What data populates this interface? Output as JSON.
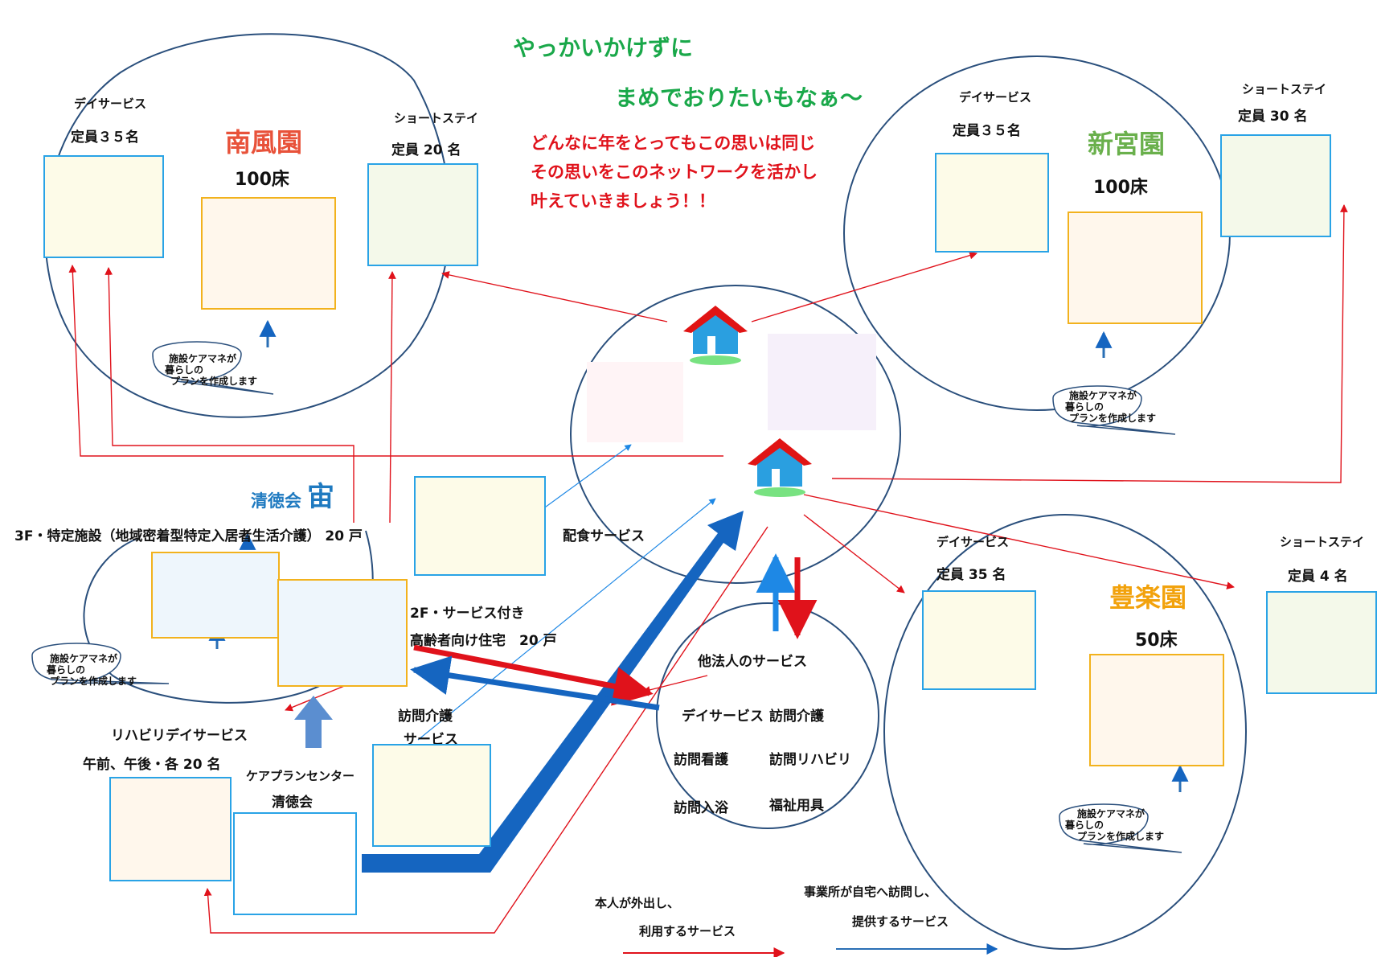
{
  "slogan": {
    "line1": "やっかいかけずに",
    "line2": "まめでおりたいもなぁ～",
    "message": [
      "どんなに年をとってもこの思いは同じ",
      "その思いをこのネットワークを活かし",
      "叶えていきましょう！！"
    ]
  },
  "colors": {
    "green": "#1aa84a",
    "red": "#e0121b",
    "blue": "#1565c0",
    "facility": "#e8523a",
    "shinmiya": "#6ab04c",
    "horaku": "#f2a20c"
  },
  "nanpuen": {
    "name": "南風園",
    "beds": "100床",
    "day_label": "デイサービス",
    "day_cap": "定員３５名",
    "short_label": "ショートステイ",
    "short_cap": "定員 20 名",
    "bubble": [
      "施設ケアマネが",
      "暮らしの",
      "プランを作成します"
    ]
  },
  "shinmiya": {
    "name": "新宮園",
    "beds": "100床",
    "day_label": "デイサービス",
    "day_cap": "定員３５名",
    "short_label": "ショートステイ",
    "short_cap": "定員 30 名",
    "bubble": [
      "施設ケアマネが",
      "暮らしの",
      "プランを作成します"
    ]
  },
  "horaku": {
    "name": "豊楽園",
    "beds": "50床",
    "day_label": "デイサービス",
    "day_cap": "定員 35 名",
    "short_label": "ショートステイ",
    "short_cap": "定員 4 名",
    "bubble": [
      "施設ケアマネが",
      "暮らしの",
      "プランを作成します"
    ]
  },
  "sora": {
    "org": "清徳会",
    "name": "宙",
    "floor3": "3F・特定施設（地域密着型特定入居者生活介護） 20 戸",
    "floor2a": "2F・サービス付き",
    "floor2b": "高齢者向け住宅　20 戸",
    "bubble": [
      "施設ケアマネが",
      "暮らしの",
      "プランを作成します"
    ],
    "rehab": "リハビリデイサービス",
    "rehab_cap": "午前、午後・各 20 名",
    "careplan1": "ケアプランセンター",
    "careplan2": "清徳会",
    "visitcare1": "訪問介護",
    "visitcare2": "サービス"
  },
  "meal": "配食サービス",
  "other": {
    "title": "他法人のサービス",
    "items": [
      "デイサービス",
      "訪問介護",
      "訪問看護",
      "訪問リハビリ",
      "訪問入浴",
      "福祉用具"
    ]
  },
  "legend": {
    "out1": "本人が外出し、",
    "out2": "利用するサービス",
    "in1": "事業所が自宅へ訪問し、",
    "in2": "提供するサービス"
  }
}
